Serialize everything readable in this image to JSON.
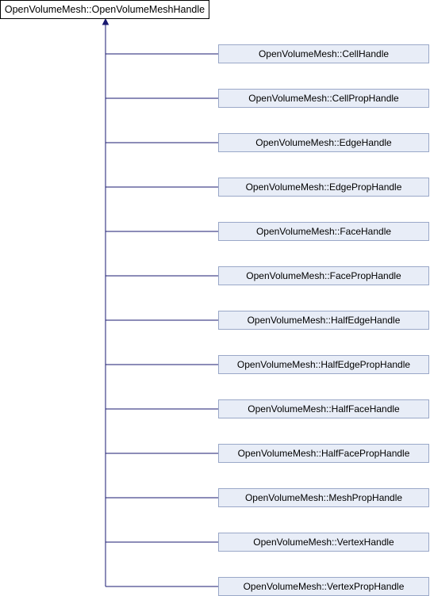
{
  "diagram": {
    "root": {
      "label": "OpenVolumeMesh::OpenVolumeMeshHandle"
    },
    "children": [
      {
        "label": "OpenVolumeMesh::CellHandle"
      },
      {
        "label": "OpenVolumeMesh::CellPropHandle"
      },
      {
        "label": "OpenVolumeMesh::EdgeHandle"
      },
      {
        "label": "OpenVolumeMesh::EdgePropHandle"
      },
      {
        "label": "OpenVolumeMesh::FaceHandle"
      },
      {
        "label": "OpenVolumeMesh::FacePropHandle"
      },
      {
        "label": "OpenVolumeMesh::HalfEdgeHandle"
      },
      {
        "label": "OpenVolumeMesh::HalfEdgePropHandle"
      },
      {
        "label": "OpenVolumeMesh::HalfFaceHandle"
      },
      {
        "label": "OpenVolumeMesh::HalfFacePropHandle"
      },
      {
        "label": "OpenVolumeMesh::MeshPropHandle"
      },
      {
        "label": "OpenVolumeMesh::VertexHandle"
      },
      {
        "label": "OpenVolumeMesh::VertexPropHandle"
      }
    ],
    "colors": {
      "root_border": "#000000",
      "child_fill": "#e8edf7",
      "child_border": "#9aa8c8",
      "connector": "#191970"
    }
  }
}
